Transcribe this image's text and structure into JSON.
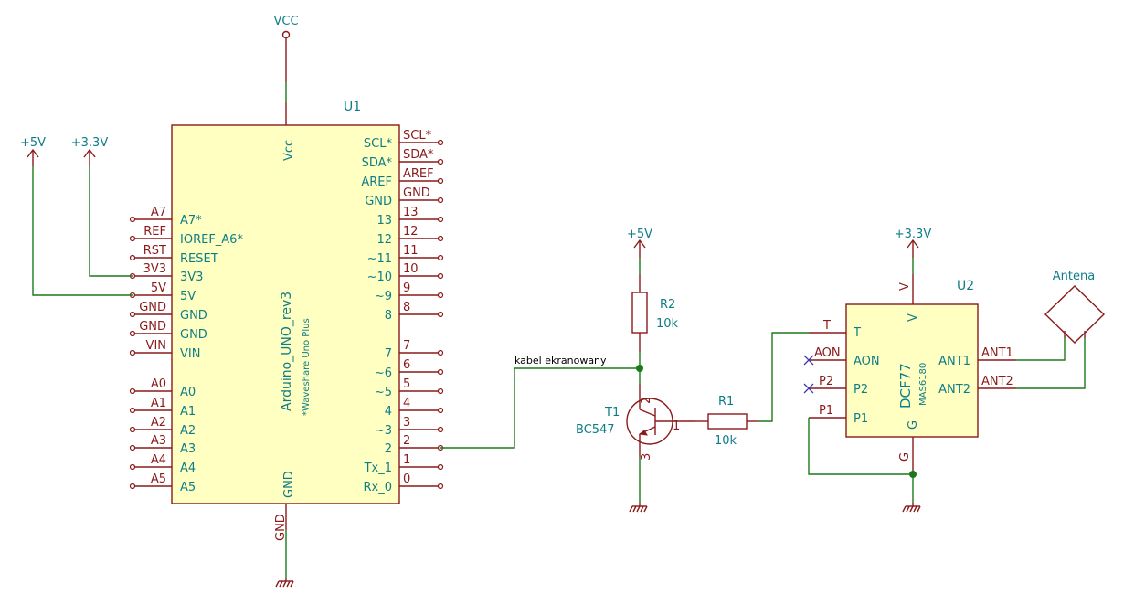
{
  "power": {
    "vcc": "VCC",
    "p5v_left": "+5V",
    "p33v_left": "+3.3V",
    "p5v_mid": "+5V",
    "p33v_right": "+3.3V"
  },
  "u1": {
    "ref": "U1",
    "value": "Arduino_UNO_rev3",
    "subtitle": "*Waveshare Uno Plus",
    "vcc_pin": "Vcc",
    "gnd_pin": "GND",
    "left_pins": [
      {
        "net": "A7",
        "name": "A7*"
      },
      {
        "net": "REF",
        "name": "IOREF_A6*"
      },
      {
        "net": "RST",
        "name": "RESET"
      },
      {
        "net": "3V3",
        "name": "3V3"
      },
      {
        "net": "5V",
        "name": "5V"
      },
      {
        "net": "GND",
        "name": "GND"
      },
      {
        "net": "GND",
        "name": "GND"
      },
      {
        "net": "VIN",
        "name": "VIN"
      },
      {
        "net": "A0",
        "name": "A0"
      },
      {
        "net": "A1",
        "name": "A1"
      },
      {
        "net": "A2",
        "name": "A2"
      },
      {
        "net": "A3",
        "name": "A3"
      },
      {
        "net": "A4",
        "name": "A4"
      },
      {
        "net": "A5",
        "name": "A5"
      }
    ],
    "right_pins": [
      {
        "name": "SCL*",
        "net": "SCL*"
      },
      {
        "name": "SDA*",
        "net": "SDA*"
      },
      {
        "name": "AREF",
        "net": "AREF"
      },
      {
        "name": "GND",
        "net": "GND"
      },
      {
        "name": "13",
        "net": "13"
      },
      {
        "name": "12",
        "net": "12"
      },
      {
        "name": "~11",
        "net": "11"
      },
      {
        "name": "~10",
        "net": "10"
      },
      {
        "name": "~9",
        "net": "9"
      },
      {
        "name": "8",
        "net": "8"
      },
      {
        "name": "7",
        "net": "7"
      },
      {
        "name": "~6",
        "net": "6"
      },
      {
        "name": "~5",
        "net": "5"
      },
      {
        "name": "4",
        "net": "4"
      },
      {
        "name": "~3",
        "net": "3"
      },
      {
        "name": "2",
        "net": "2"
      },
      {
        "name": "Tx_1",
        "net": "1"
      },
      {
        "name": "Rx_0",
        "net": "0"
      }
    ]
  },
  "r2": {
    "ref": "R2",
    "value": "10k"
  },
  "r1": {
    "ref": "R1",
    "value": "10k"
  },
  "t1": {
    "ref": "T1",
    "value": "BC547",
    "pin1": "1",
    "pin2": "2",
    "pin3": "3"
  },
  "wire_label": "kabel ekranowany",
  "u2": {
    "ref": "U2",
    "value": "DCF77",
    "subtitle": "MAS6180",
    "pin_t": "T",
    "pin_aon": "AON",
    "pin_p2": "P2",
    "pin_p1": "P1",
    "pin_v": "V",
    "pin_g": "G",
    "pin_ant1": "ANT1",
    "pin_ant2": "ANT2",
    "net_t": "T",
    "net_aon": "AON",
    "net_p2": "P2",
    "net_p1": "P1",
    "net_v": "V",
    "net_g": "G",
    "net_ant1": "ANT1",
    "net_ant2": "ANT2"
  },
  "antenna": {
    "label": "Antena"
  }
}
